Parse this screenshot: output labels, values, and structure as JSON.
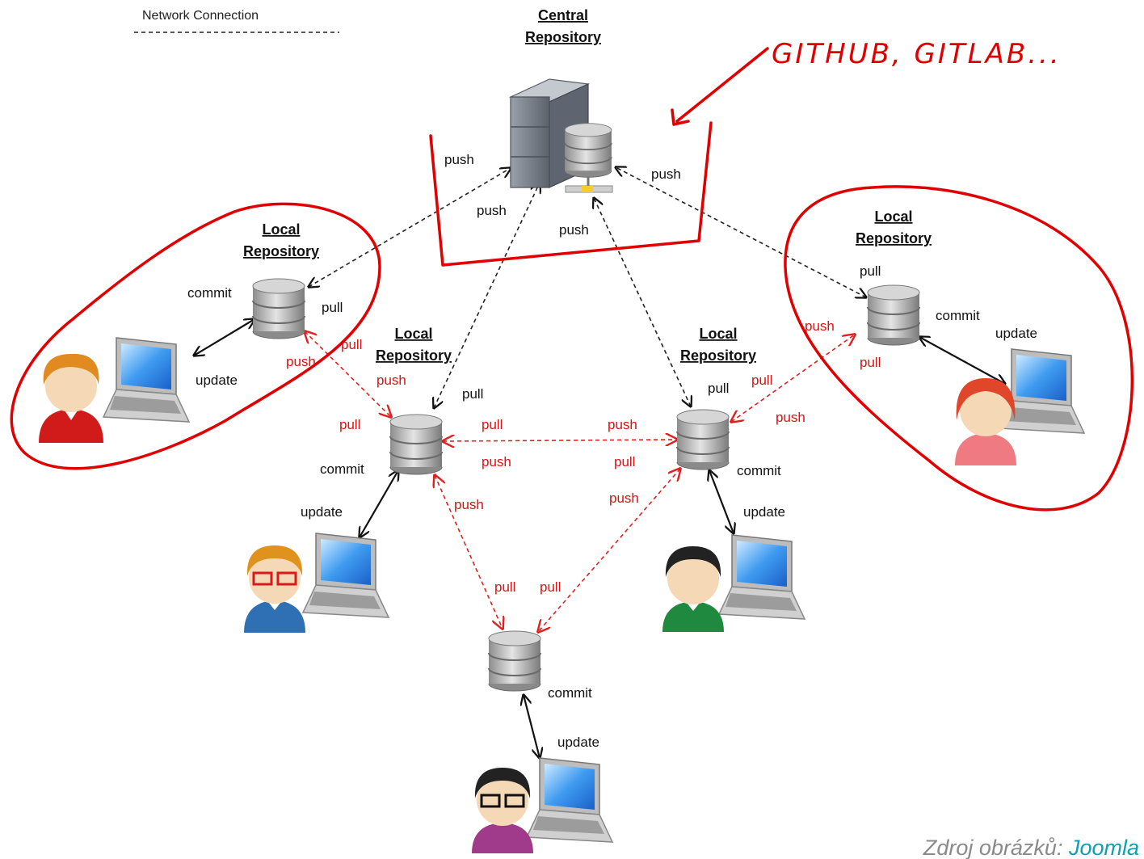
{
  "legend": {
    "label": "Network Connection"
  },
  "central": {
    "line1": "Central",
    "line2": "Repository"
  },
  "local_title": {
    "line1": "Local",
    "line2": "Repository"
  },
  "annotation": {
    "text": "GITHUB, GITLAB..."
  },
  "credit": {
    "prefix": "Zdroj obrázků: ",
    "link": "Joomla"
  },
  "ops": {
    "push": "push",
    "pull": "pull",
    "commit": "commit",
    "update": "update"
  },
  "colors": {
    "annotation": "#e00000",
    "peer_link": "#e02020",
    "network_link": "#222222",
    "credit_link": "#0fa0b0"
  },
  "icons": [
    "server-tower-icon",
    "database-icon",
    "laptop-icon",
    "user-avatar-icon"
  ]
}
